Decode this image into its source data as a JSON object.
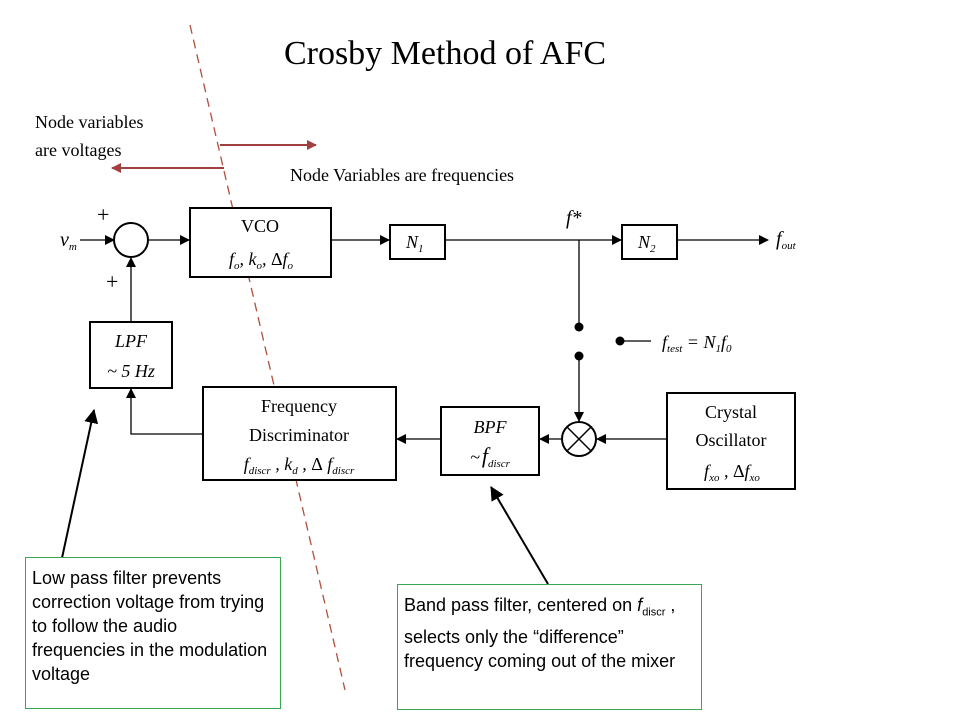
{
  "title": "Crosby Method of AFC",
  "regions": {
    "voltage_label_line1": "Node variables",
    "voltage_label_line2": "are voltages",
    "frequency_label": "Node Variables are frequencies"
  },
  "summer": {
    "plus_top": "+",
    "plus_bottom": "+",
    "input_label": "v",
    "input_sub": "m"
  },
  "vco": {
    "title": "VCO"
  },
  "divider_n1": {
    "label": "N",
    "sub": "1"
  },
  "divider_n2": {
    "label": "N",
    "sub": "2"
  },
  "node_label": "f*",
  "output_label": {
    "main": "f",
    "sub": "out"
  },
  "test_label": {
    "pre": "f",
    "sub": "test",
    "eq": " = N",
    "sub2": "1",
    "f": "f",
    "sub3": "0"
  },
  "lpf": {
    "line1": "LPF",
    "line2": "~ 5 Hz"
  },
  "discriminator": {
    "line1": "Frequency",
    "line2": "Discriminator"
  },
  "bpf": {
    "line1": "BPF",
    "tilde": "~",
    "f": "f",
    "sub": "discr"
  },
  "crystal": {
    "line1": "Crystal",
    "line2": "Oscillator"
  },
  "notes": {
    "lpf_note": "Low pass filter prevents correction voltage from trying to follow the audio frequencies in the modulation voltage",
    "bpf_note_a": "Band pass filter, centered on",
    "bpf_note_f": "f",
    "bpf_note_sub": "discr",
    "bpf_note_b": " , selects only the “difference” frequency coming out of the mixer"
  },
  "colors": {
    "divider_line": "#b0503c",
    "region_arrow": "#a04040",
    "note_border": "#3aa655"
  }
}
